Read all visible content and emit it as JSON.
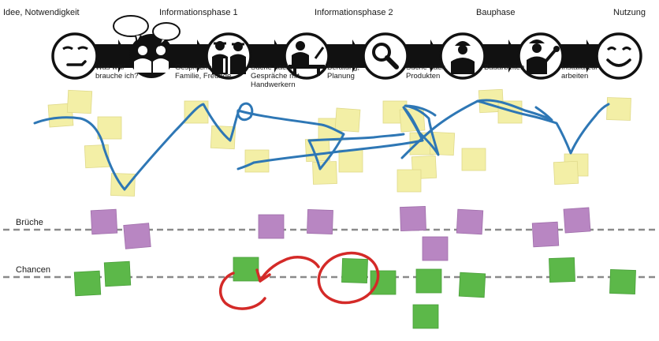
{
  "phases": [
    {
      "label": "Idee, Notwendigkeit"
    },
    {
      "label": "Informationsphase 1"
    },
    {
      "label": "Informationsphase 2"
    },
    {
      "label": "Bauphase"
    },
    {
      "label": "Nutzung"
    }
  ],
  "step_notes": [
    {
      "text": "Was will/\nbrauche ich?"
    },
    {
      "text": "Gespräche:\nFamilie, Freunde"
    },
    {
      "text": "Suche nach:\nGespräche mit\nHandwerkern"
    },
    {
      "text": "Beratung,\nPlanung"
    },
    {
      "text": "Suche nach\nProdukten"
    },
    {
      "text": "Bauarbeiten"
    },
    {
      "text": "Installateur-\narbeiten"
    }
  ],
  "rows": {
    "brueche": "Brüche",
    "chancen": "Chancen"
  },
  "icons": [
    "neutral-face-icon",
    "people-talking-icon",
    "craftsmen-icon",
    "consultant-at-desk-icon",
    "magnifier-icon",
    "worker-icon",
    "installer-icon",
    "smiley-face-icon"
  ],
  "colors": {
    "ink": "#111111",
    "journey_line": "#2e77b5",
    "journey_note": "#f3efa6",
    "bruch_note": "#b886c2",
    "chance_note": "#5cb849",
    "chance_marker": "#d42a28",
    "divider": "#8a8a8a"
  }
}
